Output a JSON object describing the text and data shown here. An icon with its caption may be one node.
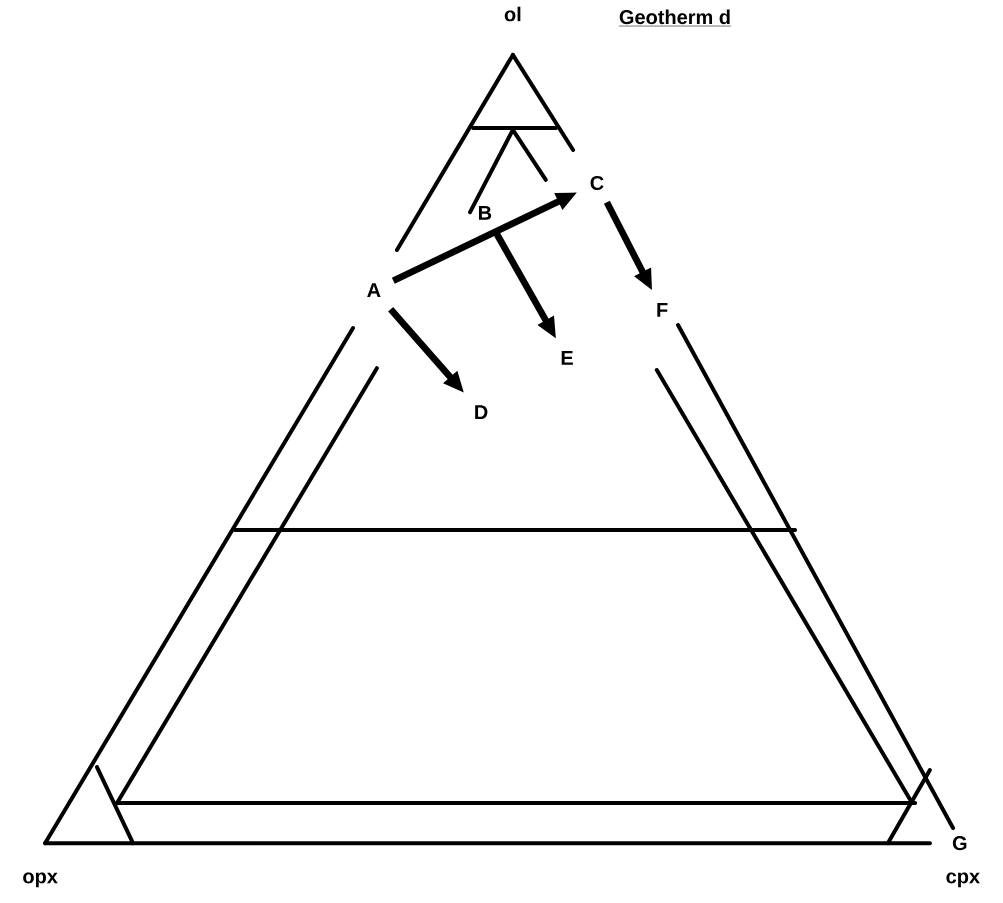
{
  "diagram": {
    "title": "Geotherm d",
    "nodes": [
      {
        "text": [
          "A"
        ]
      },
      {
        "text": [
          "B"
        ]
      },
      {
        "text": [
          "C"
        ]
      },
      {
        "text": [
          "D"
        ]
      },
      {
        "text": [
          "E"
        ]
      },
      {
        "text": [
          "F"
        ]
      }
    ],
    "edges": [
      {
        "from": 0,
        "to": 2,
        "arrow": "to"
      },
      {
        "from": 0,
        "to": 3,
        "arrow": "to"
      },
      {
        "from": 1,
        "to": 4,
        "arrow": "to"
      },
      {
        "from": 2,
        "to": 5,
        "arrow": "to"
      }
    ],
    "labels": [
      "ol",
      "opx",
      "cpx",
      "G"
    ]
  }
}
